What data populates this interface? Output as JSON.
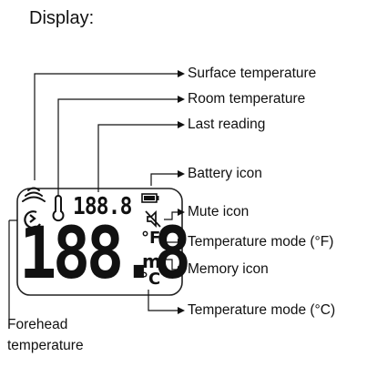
{
  "heading": "Display:",
  "callouts": {
    "surface_temperature": "Surface temperature",
    "room_temperature": "Room temperature",
    "last_reading": "Last reading",
    "battery_icon": "Battery icon",
    "mute_icon": "Mute icon",
    "temp_mode_f": "Temperature mode (°F)",
    "memory_icon": "Memory icon",
    "temp_mode_c": "Temperature mode (°C)",
    "forehead_line1": "Forehead",
    "forehead_line2": "temperature"
  },
  "lcd": {
    "last_reading_digits": "188.8",
    "main_digits": "188.8",
    "unit_f": "°F",
    "memory": "m",
    "unit_c": "°C"
  },
  "icons": {
    "surface": "surface-temperature-icon",
    "room": "room-thermometer-icon",
    "forehead": "forehead-head-icon",
    "battery": "battery-icon",
    "mute": "speaker-mute-icon"
  }
}
